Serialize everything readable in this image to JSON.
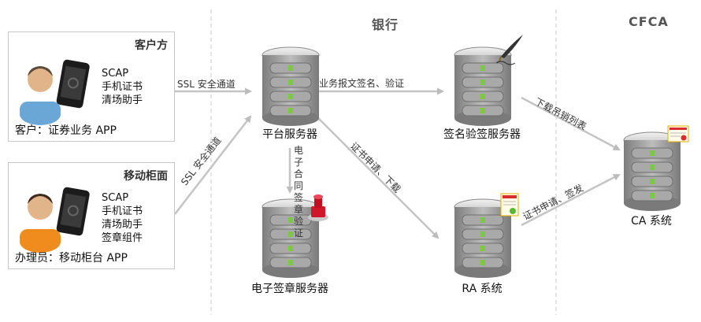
{
  "sections": {
    "bank": "银行",
    "cfca": "CFCA"
  },
  "customer_box": {
    "title": "客户方",
    "features": [
      "SCAP",
      "手机证书",
      "清场助手"
    ],
    "caption": "客户：证券业务 APP"
  },
  "clerk_box": {
    "title": "移动柜面",
    "features": [
      "SCAP",
      "手机证书",
      "清场助手",
      "签章组件"
    ],
    "caption": "办理员：移动柜台 APP"
  },
  "servers": {
    "platform": "平台服务器",
    "sign_verify": "签名验签服务器",
    "e_seal": "电子签章服务器",
    "ra": "RA 系统",
    "ca": "CA 系统"
  },
  "arrows": {
    "ssl_customer": "SSL 安全通道",
    "ssl_clerk": "SSL 安全通道",
    "biz_sign": "业务报文签名、验证",
    "contract_chars": [
      "电",
      "子",
      "合",
      "同",
      "签",
      "章",
      "验",
      "证"
    ],
    "cert_apply_platform": "证书申请、下载",
    "crl_download": "下载吊销列表",
    "cert_apply_ra": "证书申请、签发"
  },
  "colors": {
    "arrow": "#c4c4c4",
    "divider": "#c9c9c9",
    "server_body": "#9a9a9a",
    "led": "#7ac943"
  }
}
